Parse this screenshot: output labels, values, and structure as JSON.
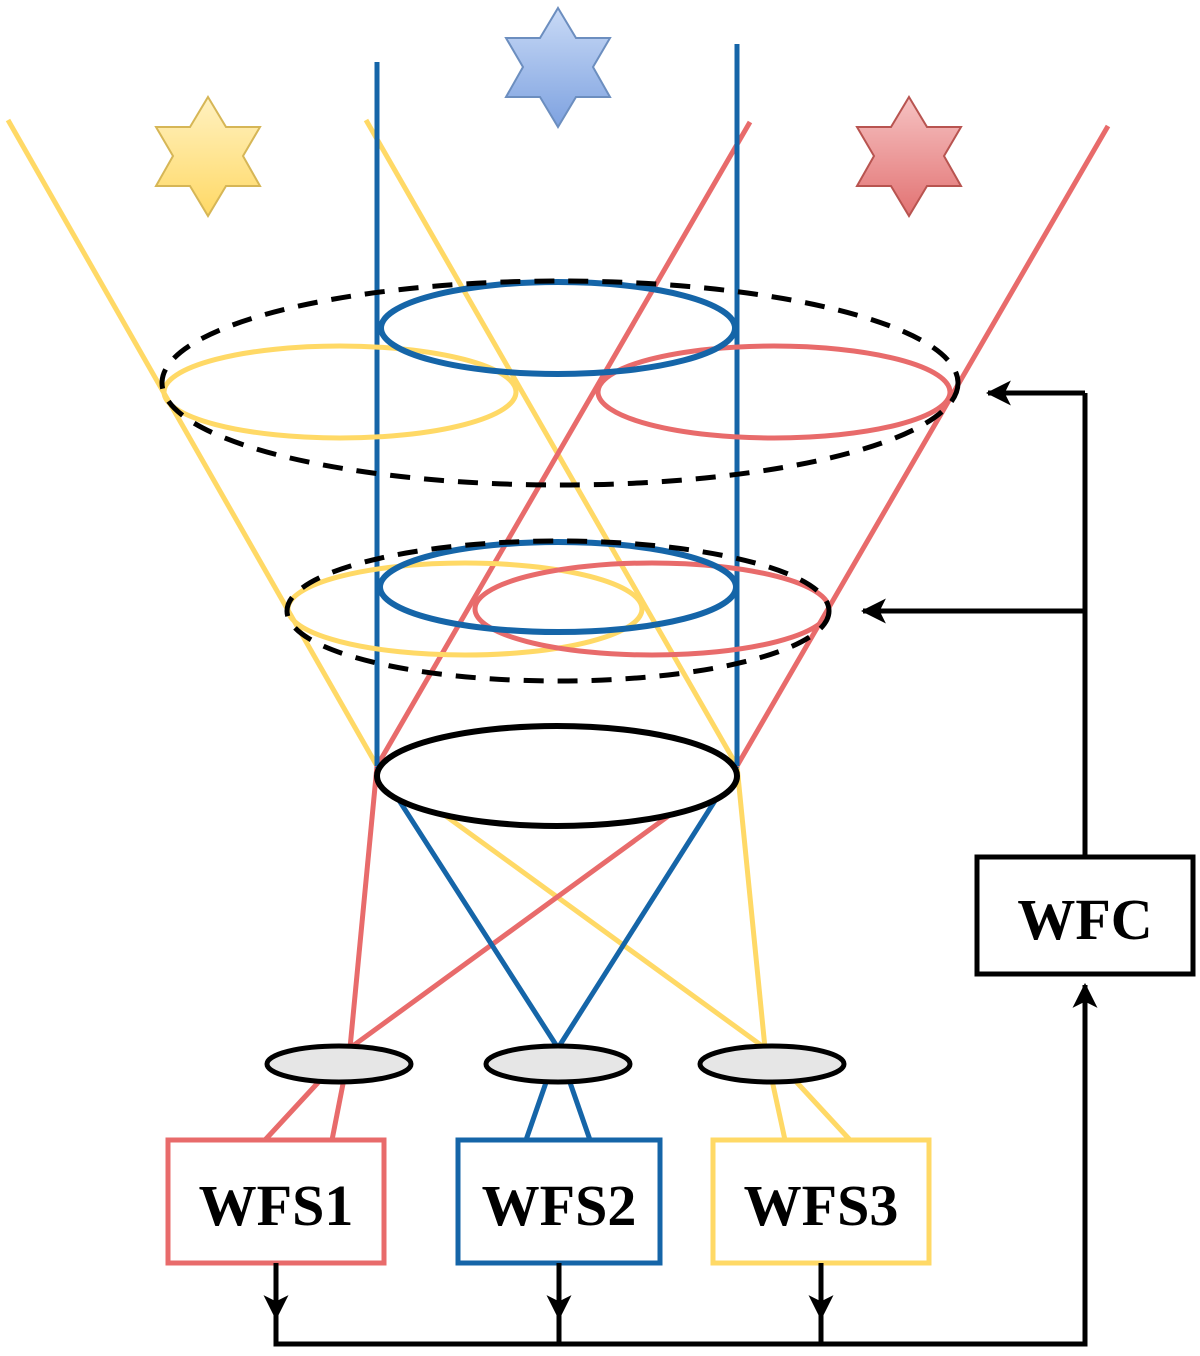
{
  "colors": {
    "yellow": "#FFD966",
    "blue": "#1565A8",
    "red": "#E86B6B",
    "black": "#000000",
    "lens_fill": "#E6E6E6",
    "star_yellow": "#FFD966",
    "star_blue": "#8FAEE6",
    "star_red": "#E88282"
  },
  "stars": [
    {
      "name": "yellow-star",
      "color_key": "star_yellow"
    },
    {
      "name": "blue-star",
      "color_key": "star_blue"
    },
    {
      "name": "red-star",
      "color_key": "star_red"
    }
  ],
  "boxes": {
    "wfs1": "WFS1",
    "wfs2": "WFS2",
    "wfs3": "WFS3",
    "wfc": "WFC"
  }
}
